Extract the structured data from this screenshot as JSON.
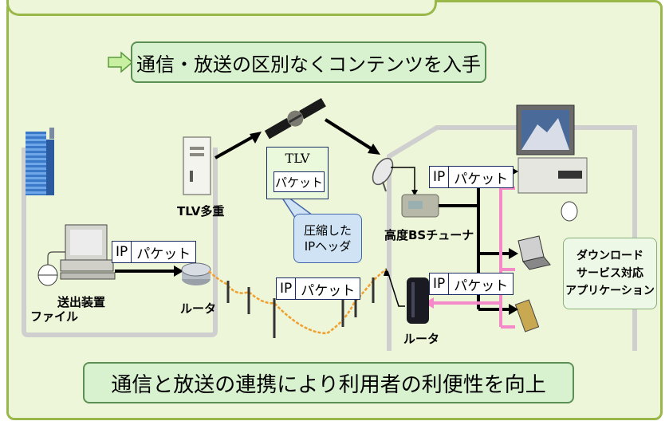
{
  "banner_top": "通信・放送の区別なくコンテンツを入手",
  "banner_bottom": "通信と放送の連携により利用者の利便性を向上",
  "tlv": {
    "title": "TLV",
    "packet": "パケット"
  },
  "callout": {
    "line1": "圧縮した",
    "line2": "IPヘッダ"
  },
  "packet": {
    "ip": "IP",
    "body": "パケット"
  },
  "labels": {
    "tlv_mux": "TLV多重",
    "sender": "送出装置",
    "file": "ファイル",
    "router_left": "ルータ",
    "router_right": "ルータ",
    "tuner": "高度BSチューナ"
  },
  "app_box": {
    "line1": "ダウンロード",
    "line2": "サービス対応",
    "line3": "アプリケーション"
  },
  "colors": {
    "panel_bg": "#eef6d9",
    "panel_border": "#9ab84a",
    "banner_bg": "#d8f2cf",
    "callout_bg": "#cfe3f4",
    "cable": "#f0a030",
    "pink_line": "#f48ac8"
  }
}
